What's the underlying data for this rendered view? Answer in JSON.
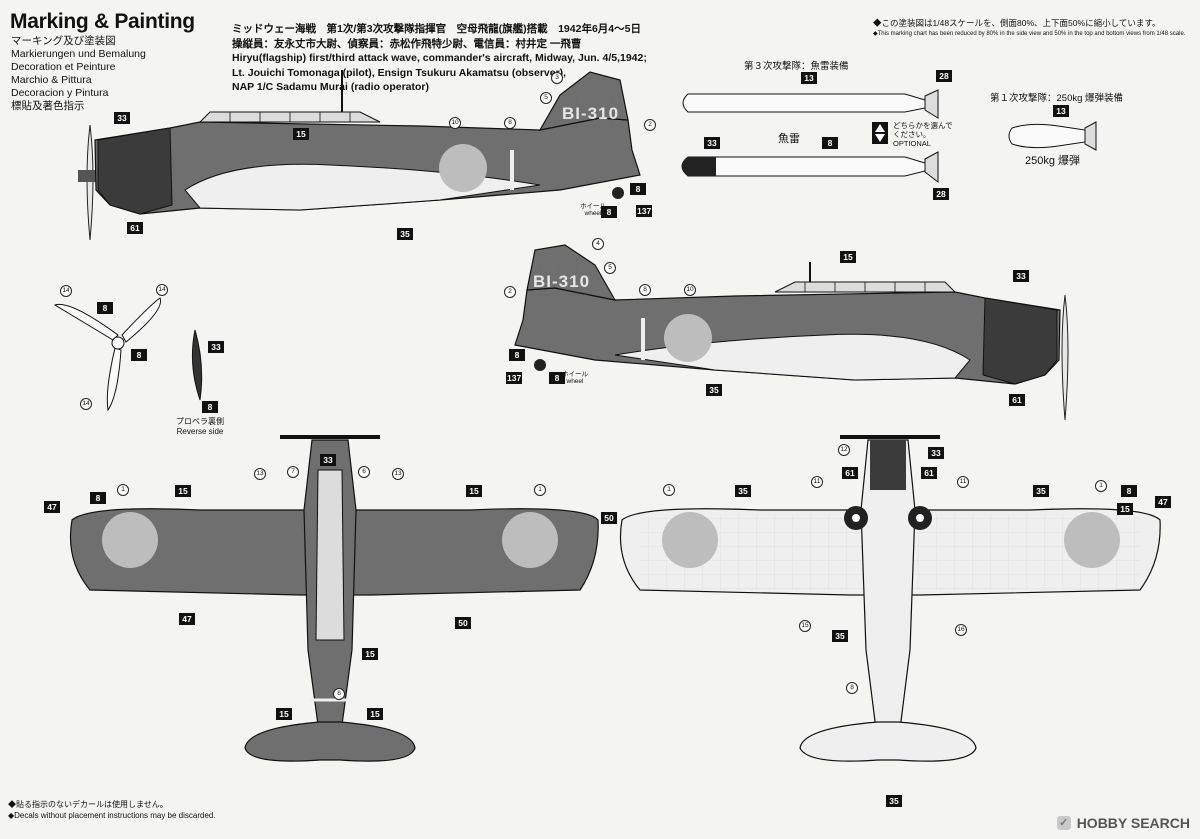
{
  "header": {
    "title": "Marking & Painting",
    "subtitles": [
      "マーキング及び塗装図",
      "Markierungen und Bemalung",
      "Decoration et Peinture",
      "Marchio & Pittura",
      "Decoracion y Pintura",
      "標貼及著色指示"
    ]
  },
  "mission": {
    "jp_line1": "ミッドウェー海戦　第1次/第3次攻撃隊指揮官　空母飛龍(旗艦)搭載　1942年6月4～5日",
    "jp_line2": "操縦員：友永丈市大尉、偵察員：赤松作飛特少尉、電信員：村井定 一飛曹",
    "en_line1": "Hiryu(flagship) first/third attack wave, commander's aircraft, Midway, Jun. 4/5,1942;",
    "en_line2": "Lt. Jouichi Tomonaga (pilot), Ensign Tsukuru Akamatsu (observer),",
    "en_line3": "NAP 1/C  Sadamu Murai (radio operator)"
  },
  "scale_note": {
    "jp": "◆この塗装図は1/48スケールを、側面80%、上下面50%に縮小しています。",
    "en": "◆This marking chart has been reduced by 80% in the side view and 50% in the top and bottom views from 1/48 scale."
  },
  "torpedo": {
    "heading": "第３次攻撃隊：魚雷装備",
    "label": "魚雷",
    "optional_jp": "どちらかを選んでください。",
    "optional_en": "OPTIONAL"
  },
  "bomb": {
    "heading": "第１次攻撃隊：250kg 爆弾装備",
    "label": "250kg 爆弾"
  },
  "tail_code": "BI-310",
  "wheel": {
    "jp": "ホイール",
    "en": "wheel"
  },
  "propeller": {
    "jp": "プロペラ裏側",
    "en": "Reverse side"
  },
  "decal_numbers": {
    "n33": "33",
    "n15": "15",
    "n10": "10",
    "n8": "8",
    "n3": "3",
    "n5": "5",
    "n2": "2",
    "n4": "4",
    "n35": "35",
    "n61": "61",
    "n137": "137",
    "n13": "13",
    "n28": "28",
    "n14": "14",
    "n47": "47",
    "n1": "1",
    "n7": "7",
    "n6": "6",
    "n50": "50",
    "n12": "12",
    "n11": "11",
    "n16": "16"
  },
  "footer": {
    "jp": "◆貼る指示のないデカールは使用しません。",
    "en": "◆Decals without placement instructions may be discarded.",
    "logo": "HOBBY SEARCH"
  },
  "colors": {
    "aircraft_green": "#6f6f6f",
    "underside": "#efefef",
    "hinomaru": "#bdbdbd",
    "cowl": "#3b3b3b"
  }
}
